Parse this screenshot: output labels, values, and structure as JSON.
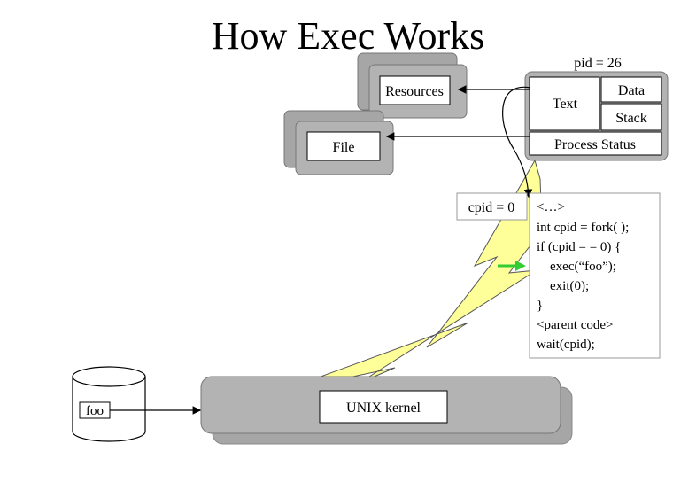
{
  "title": "How Exec Works",
  "pid_label": "pid = 26",
  "process": {
    "text": "Text",
    "data": "Data",
    "stack": "Stack",
    "status": "Process Status"
  },
  "resources_label": "Resources",
  "file_label": "File",
  "cpid_label": "cpid = 0",
  "code_lines": [
    "<…>",
    "int cpid = fork( );",
    "if (cpid = = 0) {",
    "exec(“foo”);",
    "exit(0);",
    "}",
    "<parent code>",
    "wait(cpid);"
  ],
  "kernel_label": "UNIX kernel",
  "disk_label": "foo",
  "colors": {
    "bolt_fill": "#ffff99",
    "arrow_green": "#33cc33",
    "shadow_gray": "#a6a6a6",
    "box_gray": "#b3b3b3"
  }
}
